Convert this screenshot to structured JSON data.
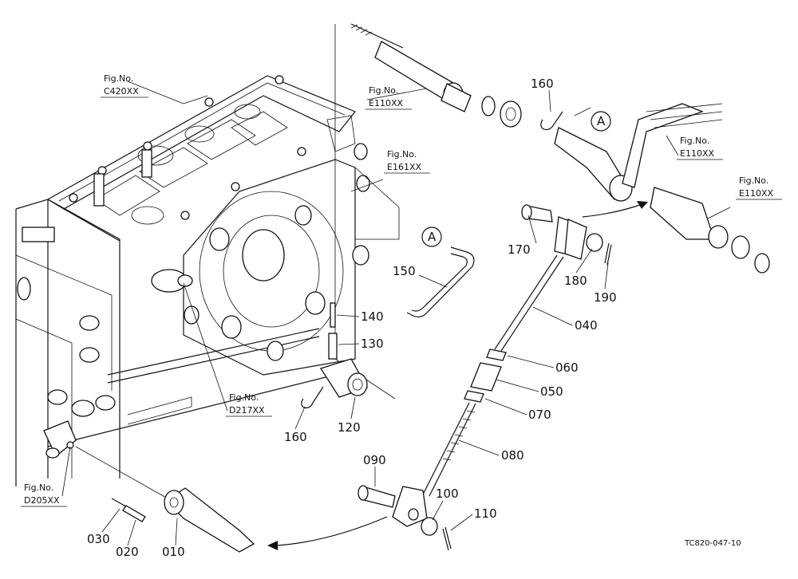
{
  "fig_refs": [
    {
      "id": "c420",
      "label": "Fig.No.",
      "code": "C420XX"
    },
    {
      "id": "e110a",
      "label": "Fig.No.",
      "code": "E110XX"
    },
    {
      "id": "e161",
      "label": "Fig.No.",
      "code": "E161XX"
    },
    {
      "id": "e110b",
      "label": "Fig.No.",
      "code": "E110XX"
    },
    {
      "id": "e110c",
      "label": "Fig.No.",
      "code": "E110XX"
    },
    {
      "id": "d217",
      "label": "Fig.No.",
      "code": "D217XX"
    },
    {
      "id": "d205",
      "label": "Fig.No.",
      "code": "D205XX"
    }
  ],
  "parts": [
    {
      "id": "p160a",
      "num": "160"
    },
    {
      "id": "p170",
      "num": "170"
    },
    {
      "id": "p180",
      "num": "180"
    },
    {
      "id": "p190",
      "num": "190"
    },
    {
      "id": "p150",
      "num": "150"
    },
    {
      "id": "p140",
      "num": "140"
    },
    {
      "id": "p130",
      "num": "130"
    },
    {
      "id": "p040",
      "num": "040"
    },
    {
      "id": "p060",
      "num": "060"
    },
    {
      "id": "p050",
      "num": "050"
    },
    {
      "id": "p070",
      "num": "070"
    },
    {
      "id": "p120",
      "num": "120"
    },
    {
      "id": "p160b",
      "num": "160"
    },
    {
      "id": "p080",
      "num": "080"
    },
    {
      "id": "p090",
      "num": "090"
    },
    {
      "id": "p100",
      "num": "100"
    },
    {
      "id": "p110",
      "num": "110"
    },
    {
      "id": "p030",
      "num": "030"
    },
    {
      "id": "p020",
      "num": "020"
    },
    {
      "id": "p010",
      "num": "010"
    }
  ],
  "markers": [
    {
      "id": "mA1",
      "label": "A"
    },
    {
      "id": "mA2",
      "label": "A"
    }
  ],
  "drawing_code": "TC820-047-10"
}
